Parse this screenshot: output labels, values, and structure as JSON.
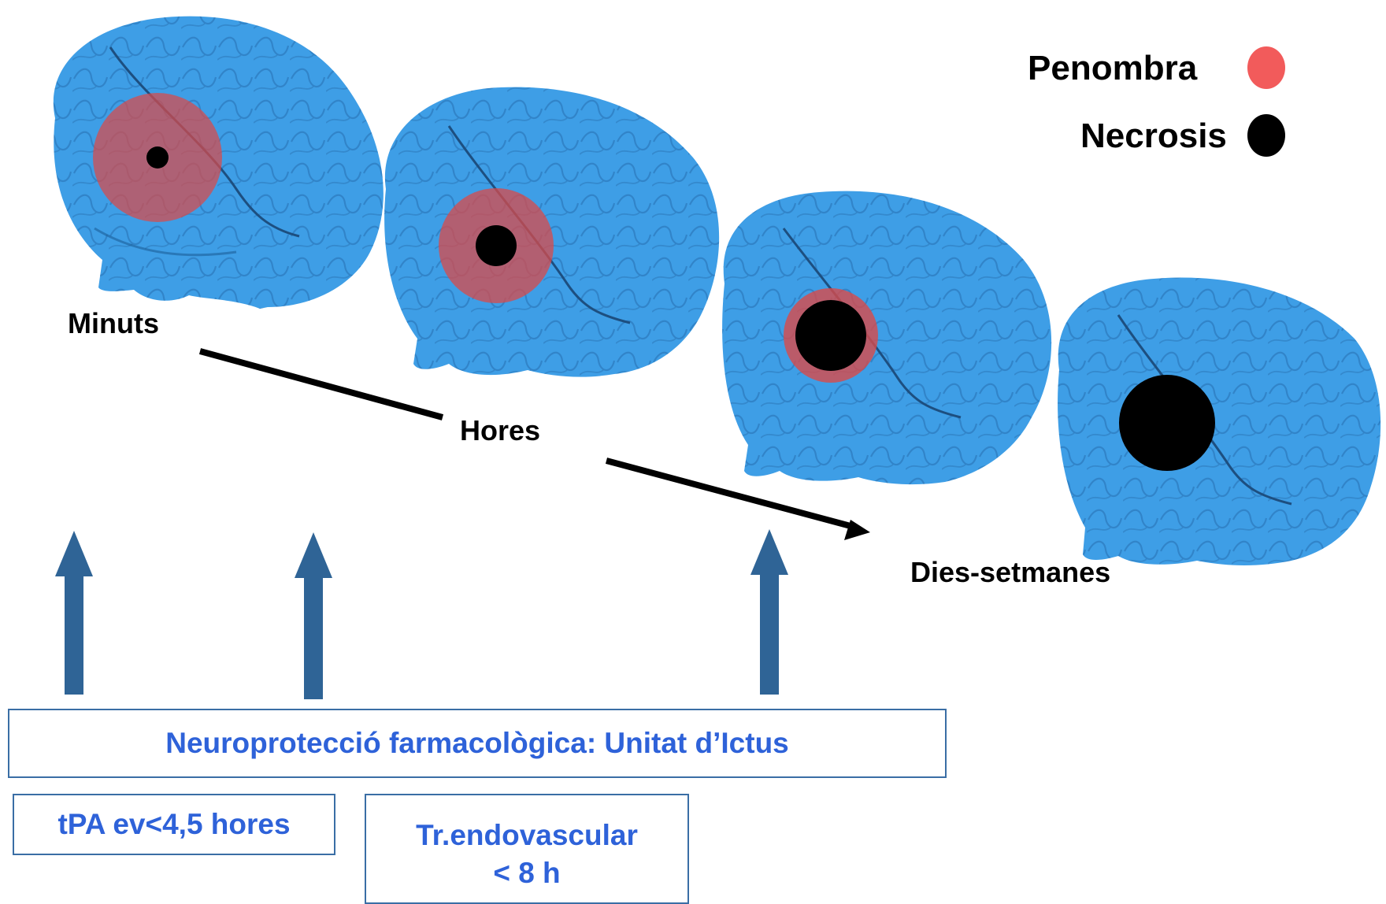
{
  "legend": {
    "penumbra_label": "Penombra",
    "necrosis_label": "Necrosis",
    "penumbra_color": "#f25b5b",
    "necrosis_color": "#000000"
  },
  "timeline": {
    "minutes_label": "Minuts",
    "hours_label": "Hores",
    "days_label": "Dies-setmanes"
  },
  "stages": [
    {
      "name": "minutes",
      "penumbra": true,
      "necrosis": true
    },
    {
      "name": "hours",
      "penumbra": true,
      "necrosis": true
    },
    {
      "name": "hours-late",
      "penumbra": true,
      "necrosis": true
    },
    {
      "name": "days-weeks",
      "penumbra": false,
      "necrosis": true
    }
  ],
  "treatments": {
    "neuroprotection": "Neuroprotecció farmacològica: Unitat d’Ictus",
    "tpa": "tPA ev<4,5 hores",
    "endovascular_line1": "Tr.endovascular",
    "endovascular_line2": "< 8 h"
  },
  "colors": {
    "brain": "#3e9ee6",
    "brain_fold": "#1d5f99",
    "arrow_blue": "#2f6496",
    "box_text": "#2e62d9",
    "box_border": "#3a6ea5"
  }
}
